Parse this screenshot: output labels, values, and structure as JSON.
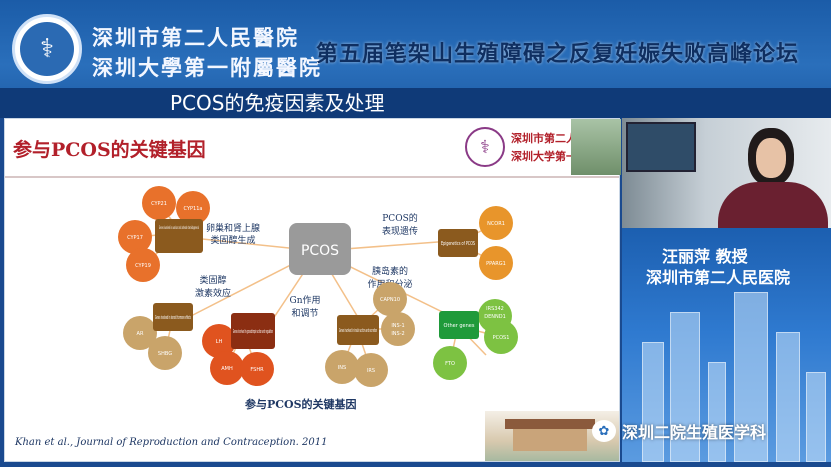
{
  "banner": {
    "hospital_line1": "深圳市第二人民醫院",
    "hospital_line2": "深圳大學第一附屬醫院",
    "conference_title": "第五届笔架山生殖障碍之反复妊娠失败高峰论坛",
    "slide_title": "PCOS的免疫因素及处理"
  },
  "slide": {
    "heading": "参与PCOS的关键基因",
    "logo_hospital_line1": "深圳市第二人民醫院",
    "logo_hospital_line2": "深圳大学第一附属医院",
    "center_node": "PCOS",
    "labels": {
      "ovarian": [
        "卵巢和肾上腺",
        "类固醇生成"
      ],
      "phenotype": [
        "PCOS的",
        "表现遗传"
      ],
      "steroid": [
        "类固醇",
        "激素效应"
      ],
      "gn": [
        "Gn作用",
        "和调节"
      ],
      "insulin": [
        "胰岛素的",
        "作用和分泌"
      ]
    },
    "boxes": {
      "steroidogenesis": "Genes involved in ovarian and adrenal steroidogenesis",
      "epigenetics": "Epigenetics of PCOS",
      "steroid_effect": "Genes involved in steroid hormone effects",
      "gonadotropin": "Genes involved in gonadotropin action and regulation",
      "insulin_box": "Genes involved in insulin action and secretion",
      "other": "Other genes"
    },
    "genes": {
      "steroidogenesis": [
        "CYP21",
        "CYP11a",
        "CYP17",
        "CYP19"
      ],
      "epigenetics": [
        "NCOR1",
        "PPARG1"
      ],
      "steroid_effect": [
        "AR",
        "SHBG"
      ],
      "gonadotropin": [
        "LH",
        "AMH",
        "FSHR"
      ],
      "insulin": [
        "CAPN10",
        "INS-1",
        "INS-2",
        "INS",
        "IRS"
      ],
      "other": [
        "IRS342",
        "DENND1",
        "FTO",
        "PCOS1"
      ]
    },
    "caption": "参与PCOS的关键基因",
    "citation": "Khan et al., Journal of Reproduction and Contraception. 2011"
  },
  "speaker": {
    "name": "汪丽萍 教授",
    "institution": "深圳市第二人民医院"
  },
  "watermark": {
    "text": "深圳二院生殖医学科"
  },
  "colors": {
    "orange_node": "#e8712b",
    "brown_box": "#8b5a1e",
    "green_node": "#7dc242",
    "tan_node": "#c9a46a"
  }
}
